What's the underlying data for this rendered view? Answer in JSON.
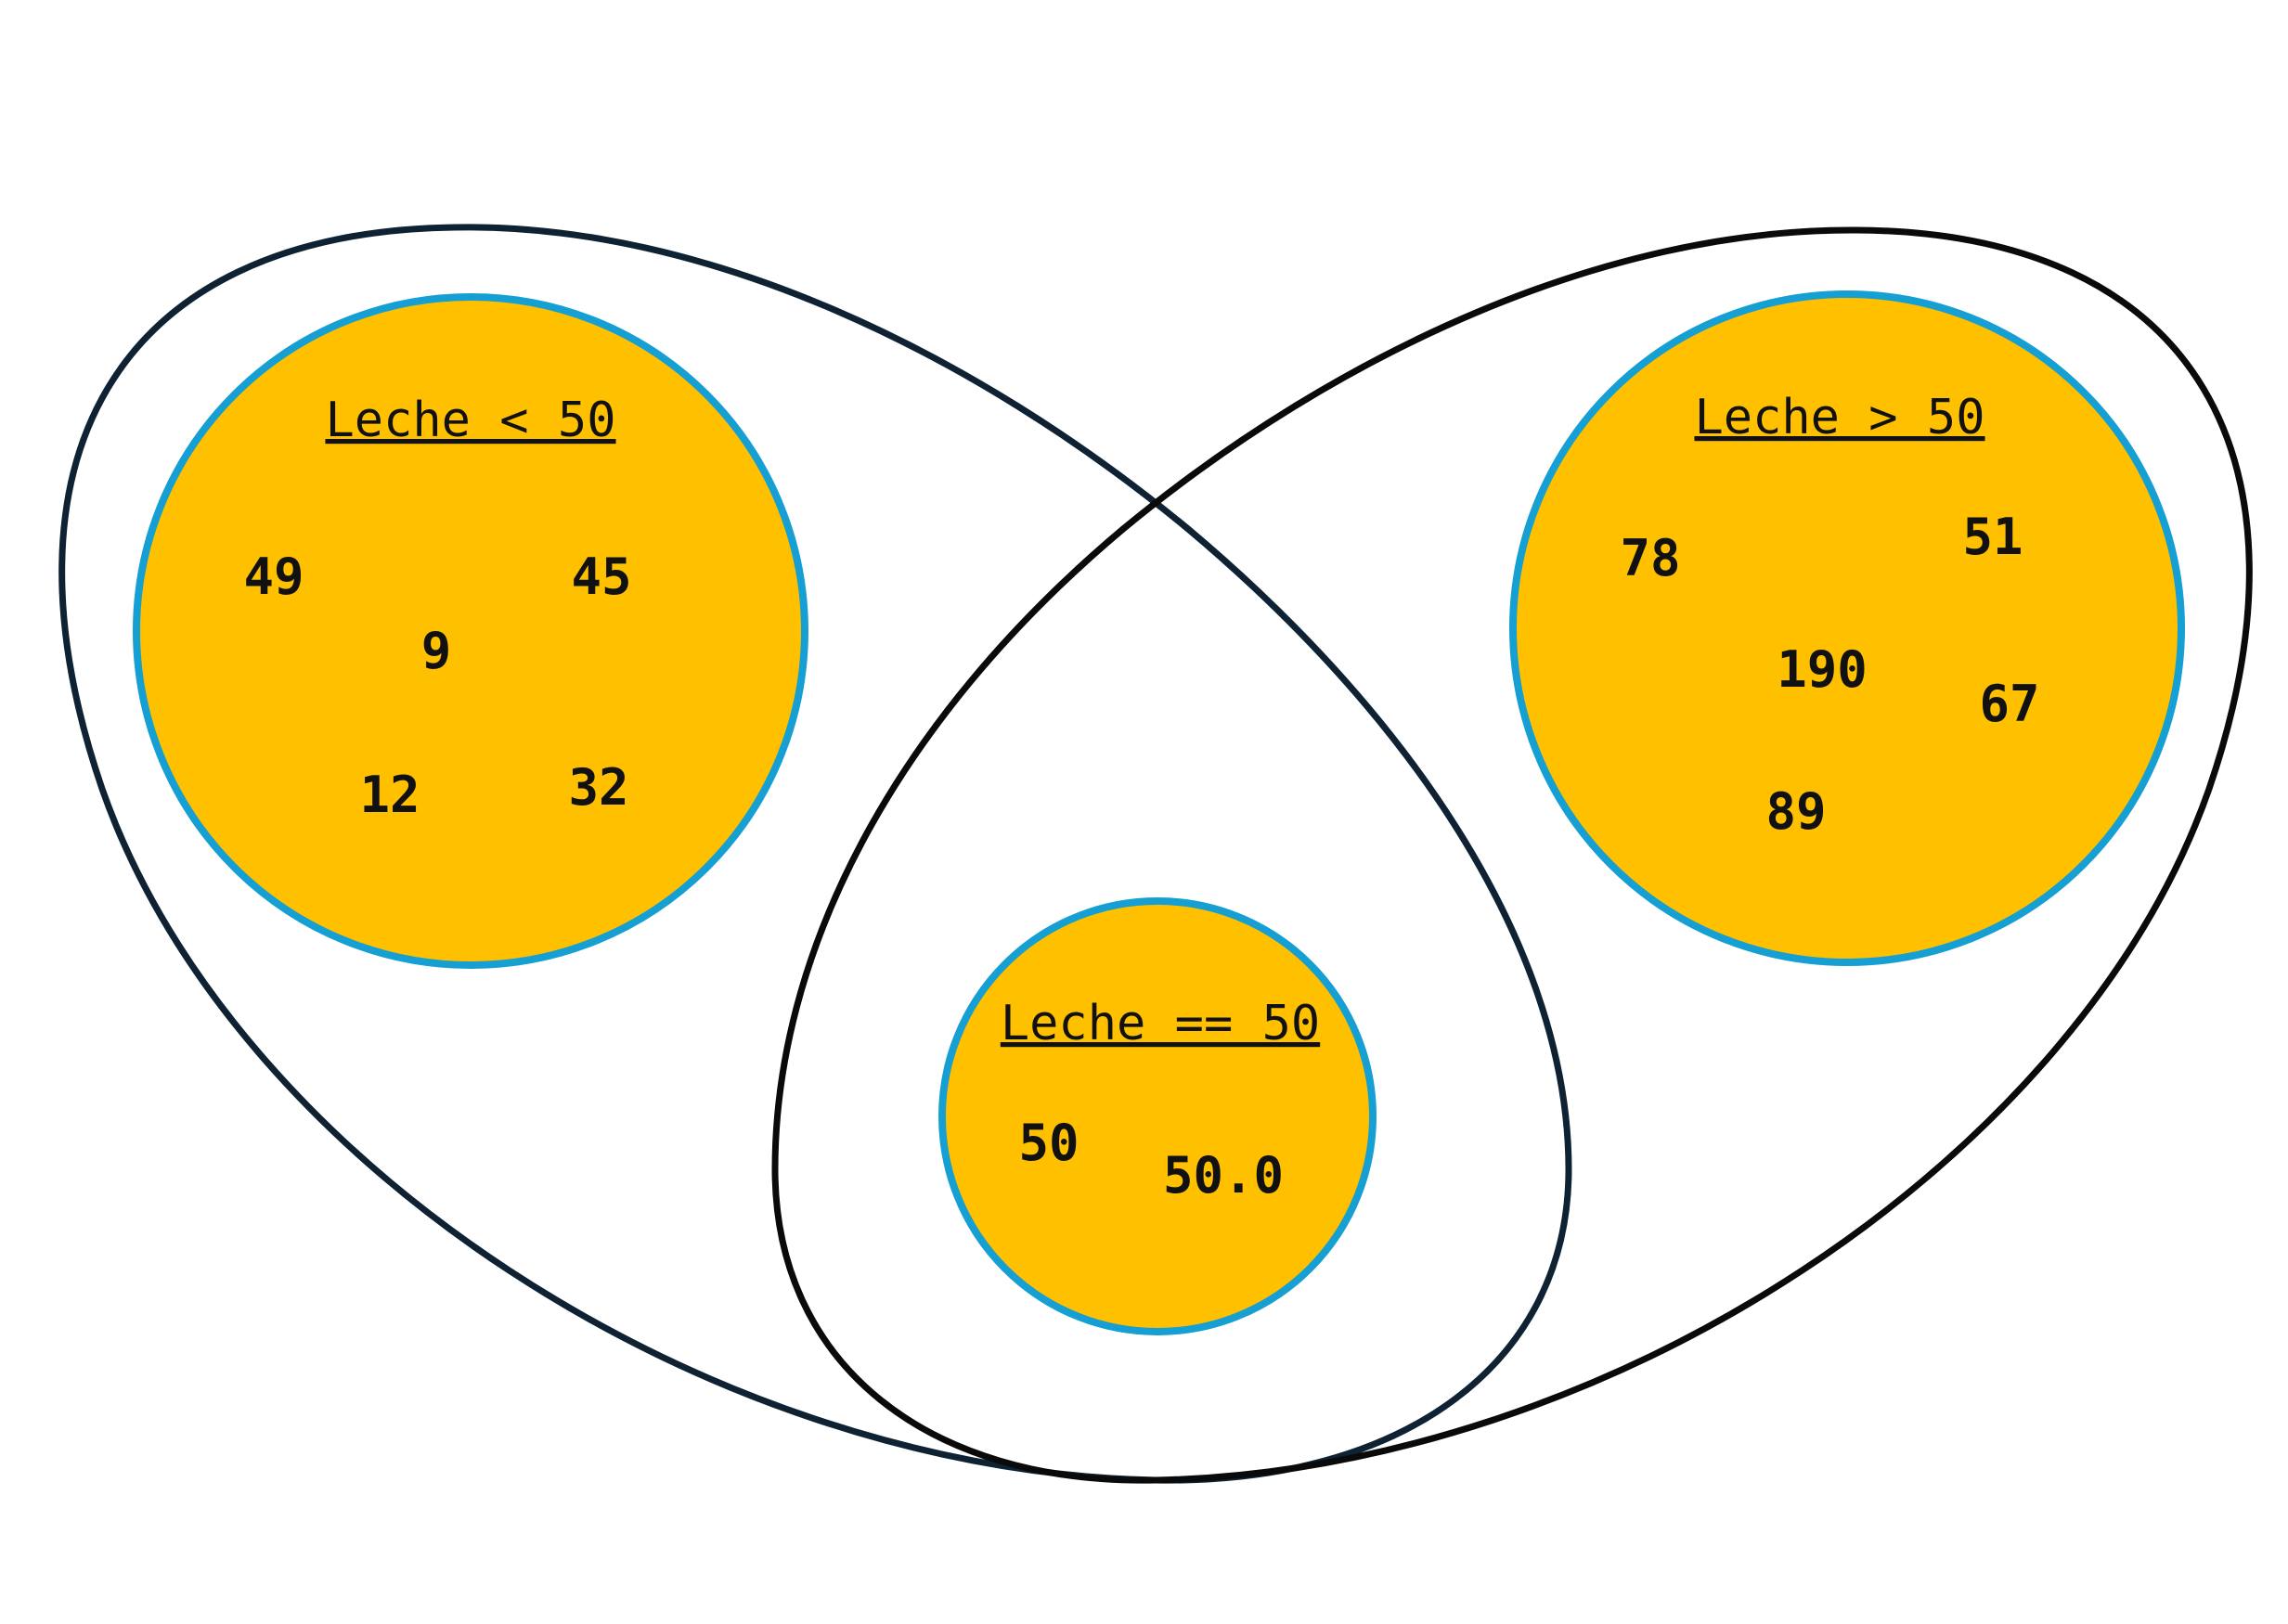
{
  "colors": {
    "background": "#ffffff",
    "outline": "#0a0a0a",
    "outline_dark": "#0e2233",
    "group_fill": "#ffc000",
    "group_stroke": "#159fd2",
    "text": "#111111"
  },
  "groups": {
    "less": {
      "title": "Leche < 50",
      "values": [
        "49",
        "45",
        "9",
        "12",
        "32"
      ]
    },
    "greater": {
      "title": "Leche > 50",
      "values": [
        "78",
        "51",
        "190",
        "67",
        "89"
      ]
    },
    "equal": {
      "title": "Leche == 50",
      "values": [
        "50",
        "50.0"
      ]
    }
  }
}
